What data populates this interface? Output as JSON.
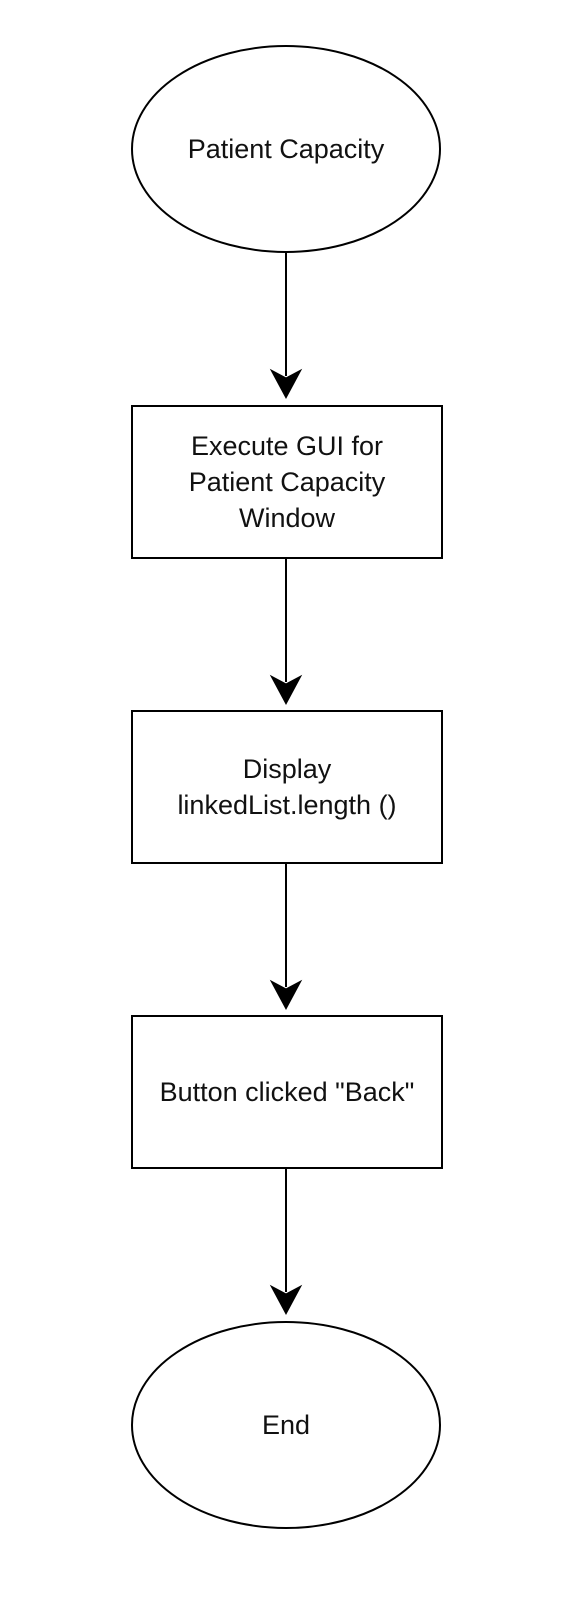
{
  "diagram": {
    "nodes": {
      "start": {
        "label": "Patient Capacity",
        "shape": "ellipse"
      },
      "execute_gui": {
        "label": "Execute GUI for\nPatient Capacity\nWindow",
        "shape": "rectangle"
      },
      "display_length": {
        "label": "Display\nlinkedList.length ()",
        "shape": "rectangle"
      },
      "button_back": {
        "label": "Button clicked \"Back\"",
        "shape": "rectangle"
      },
      "end": {
        "label": "End",
        "shape": "ellipse"
      }
    },
    "edges": [
      {
        "from": "start",
        "to": "execute_gui"
      },
      {
        "from": "execute_gui",
        "to": "display_length"
      },
      {
        "from": "display_length",
        "to": "button_back"
      },
      {
        "from": "button_back",
        "to": "end"
      }
    ],
    "colors": {
      "stroke": "#000000",
      "fill": "#ffffff",
      "text": "#111111"
    }
  }
}
